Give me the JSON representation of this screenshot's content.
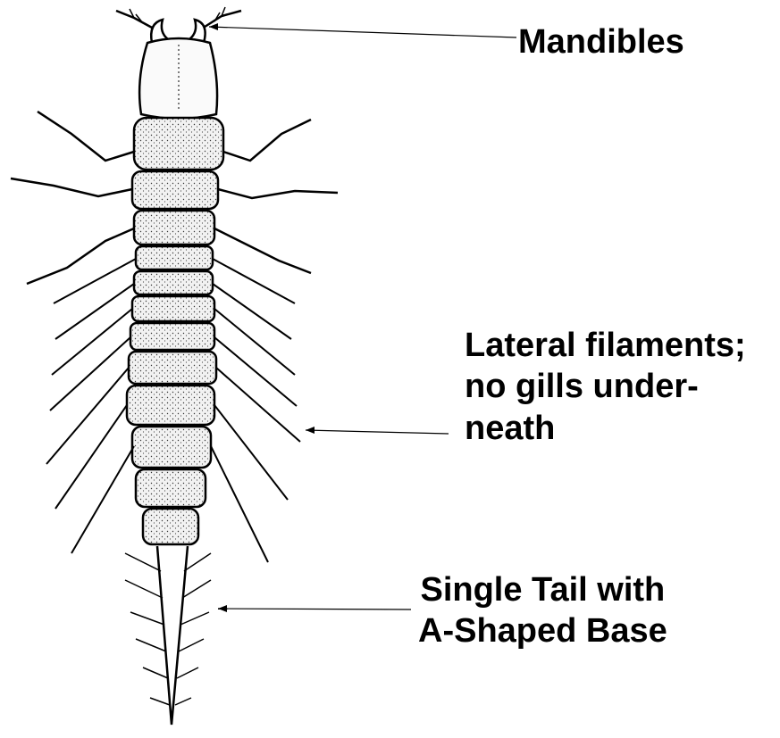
{
  "labels": {
    "mandibles": "Mandibles",
    "lateral": [
      "Lateral filaments;",
      "no gills under-",
      "neath"
    ],
    "tail": [
      "Single Tail with",
      "A-Shaped Base"
    ]
  },
  "colors": {
    "ink": "#000000",
    "body_fill": "#f4f4f4",
    "segment_shade": "#d9d9d9"
  }
}
